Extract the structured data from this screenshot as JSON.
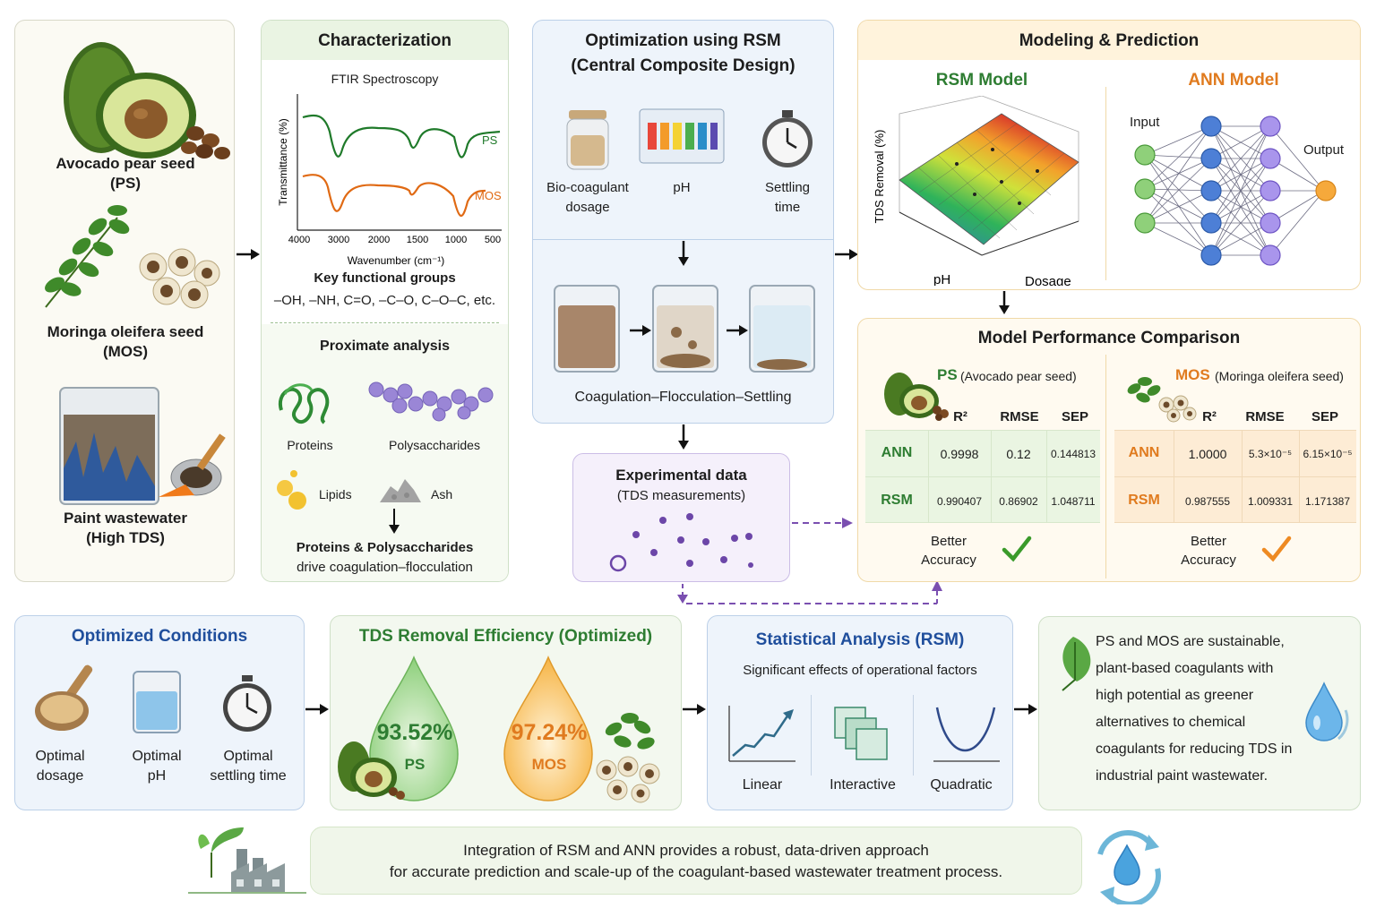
{
  "colors": {
    "green": "#2e7d32",
    "orange": "#e07b1f",
    "blue": "#1f4e9c",
    "panel_green": "#f3f8ef",
    "panel_blue": "#eef4fb",
    "panel_orange": "#fff7ea",
    "panel_purple": "#f5f0fb"
  },
  "materials": {
    "avocado": "Avocado pear seed",
    "avocado_abbr": "(PS)",
    "moringa": "Moringa oleifera seed",
    "moringa_abbr": "(MOS)",
    "wastewater": "Paint wastewater",
    "wastewater_note": "(High TDS)"
  },
  "characterization": {
    "title": "Characterization",
    "ftir_title": "FTIR Spectroscopy",
    "ftir_ylabel": "Transmittance (%)",
    "ftir_xlabel": "Wavenumber (cm⁻¹)",
    "ftir_ticks": [
      "4000",
      "3000",
      "2000",
      "1500",
      "1000",
      "500"
    ],
    "ftir_series": [
      "PS",
      "MOS"
    ],
    "groups_title": "Key functional groups",
    "groups_list": "–OH, –NH, C=O, –C–O, C–O–C, etc.",
    "proximate_title": "Proximate analysis",
    "proteins": "Proteins",
    "polysaccharides": "Polysaccharides",
    "lipids": "Lipids",
    "ash": "Ash",
    "conclusion_1": "Proteins & Polysaccharides",
    "conclusion_2": "drive coagulation–flocculation"
  },
  "optimization": {
    "title_1": "Optimization using RSM",
    "title_2": "(Central Composite Design)",
    "factor_1a": "Bio-coagulant",
    "factor_1b": "dosage",
    "factor_2": "pH",
    "factor_3a": "Settling",
    "factor_3b": "time",
    "process": "Coagulation–Flocculation–Settling"
  },
  "experimental": {
    "title": "Experimental data",
    "subtitle": "(TDS measurements)"
  },
  "modeling": {
    "title": "Modeling & Prediction",
    "rsm_title": "RSM Model",
    "ann_title": "ANN Model",
    "rsm_zlabel": "TDS Removal (%)",
    "rsm_x": "pH",
    "rsm_y": "Dosage",
    "ann_input": "Input",
    "ann_output": "Output"
  },
  "performance": {
    "title": "Model Performance Comparison",
    "ps_label": "PS",
    "ps_full": "(Avocado pear seed)",
    "mos_label": "MOS",
    "mos_full": "(Moringa oleifera seed)",
    "headers": [
      "R²",
      "RMSE",
      "SEP"
    ],
    "ps_rows": [
      {
        "model": "ANN",
        "r2": "0.9998",
        "rmse": "0.12",
        "sep": "0.144813"
      },
      {
        "model": "RSM",
        "r2": "0.990407",
        "rmse": "0.86902",
        "sep": "1.048711"
      }
    ],
    "mos_rows": [
      {
        "model": "ANN",
        "r2": "1.0000",
        "rmse": "5.3×10⁻⁵",
        "sep": "6.15×10⁻⁵"
      },
      {
        "model": "RSM",
        "r2": "0.987555",
        "rmse": "1.009331",
        "sep": "1.171387"
      }
    ],
    "better_1": "Better",
    "better_2": "Accuracy"
  },
  "optimized": {
    "title": "Optimized Conditions",
    "c1a": "Optimal",
    "c1b": "dosage",
    "c2a": "Optimal",
    "c2b": "pH",
    "c3a": "Optimal",
    "c3b": "settling time"
  },
  "efficiency": {
    "title": "TDS Removal Efficiency (Optimized)",
    "ps_value": "93.52%",
    "ps_label": "PS",
    "mos_value": "97.24%",
    "mos_label": "MOS"
  },
  "statistical": {
    "title": "Statistical Analysis (RSM)",
    "subtitle": "Significant effects of operational factors",
    "linear": "Linear",
    "interactive": "Interactive",
    "quadratic": "Quadratic"
  },
  "conclusion_lines": [
    "PS and MOS are sustainable,",
    "plant-based coagulants with",
    "high potential as greener",
    "alternatives to chemical",
    "coagulants for reducing TDS in",
    "industrial paint wastewater."
  ],
  "footer": {
    "line_1": "Integration of RSM and ANN provides a robust, data-driven approach",
    "line_2": "for accurate prediction and scale-up of the coagulant-based wastewater treatment process."
  }
}
